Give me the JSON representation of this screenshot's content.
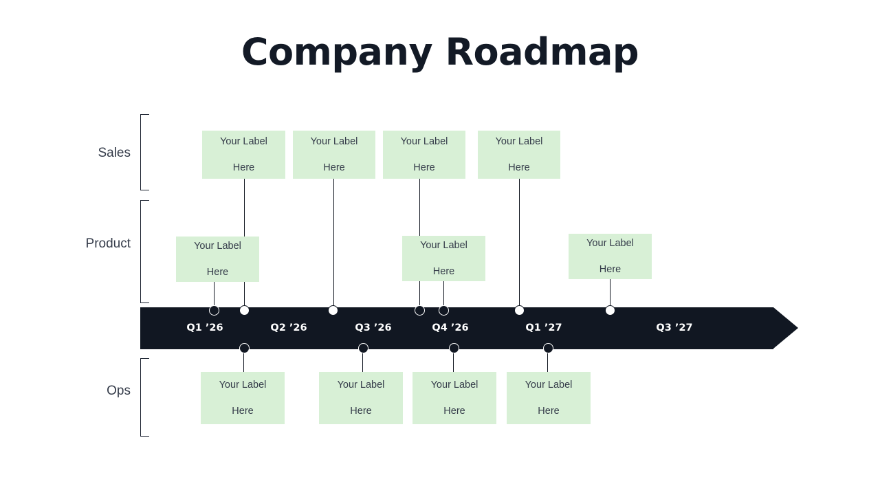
{
  "slide": {
    "title": "Company Roadmap",
    "background_color": "#ffffff"
  },
  "colors": {
    "title_text": "#131a26",
    "timeline_bar": "#111722",
    "milestone_fill": "#d8f0d6",
    "milestone_text": "#343b49",
    "lane_label_text": "#343b49",
    "quarter_label_text": "#ffffff",
    "connector_line": "#101620",
    "bracket_line": "#1b2230"
  },
  "lanes": [
    {
      "id": "sales",
      "label": "Sales"
    },
    {
      "id": "product",
      "label": "Product"
    },
    {
      "id": "ops",
      "label": "Ops"
    }
  ],
  "timeline": {
    "quarters": [
      {
        "label": "Q1 ’26"
      },
      {
        "label": "Q2 ’26"
      },
      {
        "label": "Q3 ’26"
      },
      {
        "label": "Q4 ’26"
      },
      {
        "label": "Q1 ’27"
      },
      {
        "label": "Q3 ’27"
      }
    ],
    "dots": [
      {
        "id": "dot-1",
        "style": "filled",
        "lane": "above"
      },
      {
        "id": "dot-2",
        "style": "hollow",
        "lane": "above"
      },
      {
        "id": "dot-3",
        "style": "hollow",
        "lane": "above"
      },
      {
        "id": "dot-4",
        "style": "filled",
        "lane": "above"
      },
      {
        "id": "dot-5",
        "style": "filled",
        "lane": "above"
      },
      {
        "id": "dot-6",
        "style": "hollow",
        "lane": "above"
      },
      {
        "id": "dot-7",
        "style": "hollow",
        "lane": "above"
      },
      {
        "id": "dot-8",
        "style": "filled",
        "lane": "below"
      },
      {
        "id": "dot-9",
        "style": "filled",
        "lane": "below"
      },
      {
        "id": "dot-10",
        "style": "filled",
        "lane": "below"
      },
      {
        "id": "dot-11",
        "style": "filled",
        "lane": "below"
      }
    ]
  },
  "milestones": {
    "sales": [
      {
        "line1": "Your Label",
        "line2": "Here"
      },
      {
        "line1": "Your Label",
        "line2": "Here"
      },
      {
        "line1": "Your Label",
        "line2": "Here"
      },
      {
        "line1": "Your Label",
        "line2": "Here"
      }
    ],
    "product": [
      {
        "line1": "Your Label",
        "line2": "Here"
      },
      {
        "line1": "Your Label",
        "line2": "Here"
      },
      {
        "line1": "Your Label",
        "line2": "Here"
      }
    ],
    "ops": [
      {
        "line1": "Your Label",
        "line2": "Here"
      },
      {
        "line1": "Your Label",
        "line2": "Here"
      },
      {
        "line1": "Your Label",
        "line2": "Here"
      },
      {
        "line1": "Your Label",
        "line2": "Here"
      }
    ]
  }
}
